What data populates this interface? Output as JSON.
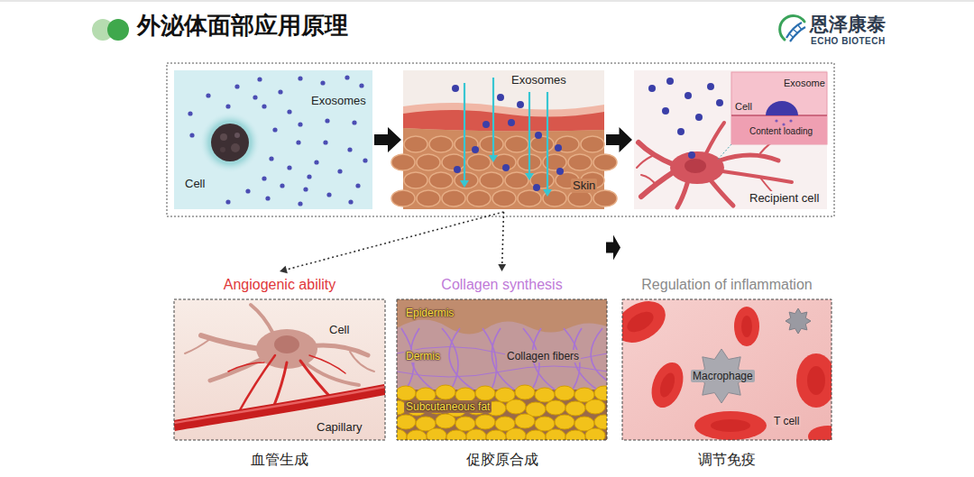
{
  "diagram": {
    "title": "外泌体面部应用原理",
    "nodes": [
      {
        "text": [
          "Exosomes",
          "Cell"
        ]
      },
      {
        "text": [
          "Exosomes",
          "Skin"
        ]
      },
      {
        "text": [
          "Recipient cell"
        ]
      },
      {
        "text": [
          "Exosome",
          "Cell",
          "Content loading"
        ],
        "in": 2
      },
      {
        "text": [
          "Angiogenic ability",
          "Cell",
          "Capillary",
          "血管生成"
        ]
      },
      {
        "text": [
          "Collagen synthesis",
          "Epidermis",
          "Dermis",
          "Collagen fibers",
          "Subcutaneous fat",
          "促胶原合成"
        ]
      },
      {
        "text": [
          "Regulation of inflammation",
          "Macrophage",
          "T cell",
          "调节免疫"
        ]
      }
    ],
    "edges": [
      {
        "from": 0,
        "to": 1,
        "arrow": "to"
      },
      {
        "from": 1,
        "to": 2,
        "arrow": "to"
      },
      {
        "from": 1,
        "to": 4,
        "arrow": "to"
      },
      {
        "from": 1,
        "to": 5,
        "arrow": "to"
      },
      {
        "from": 1,
        "to": 6,
        "arrow": "to"
      }
    ],
    "labels": [
      "恩泽康泰",
      "ECHO BIOTECH"
    ]
  }
}
